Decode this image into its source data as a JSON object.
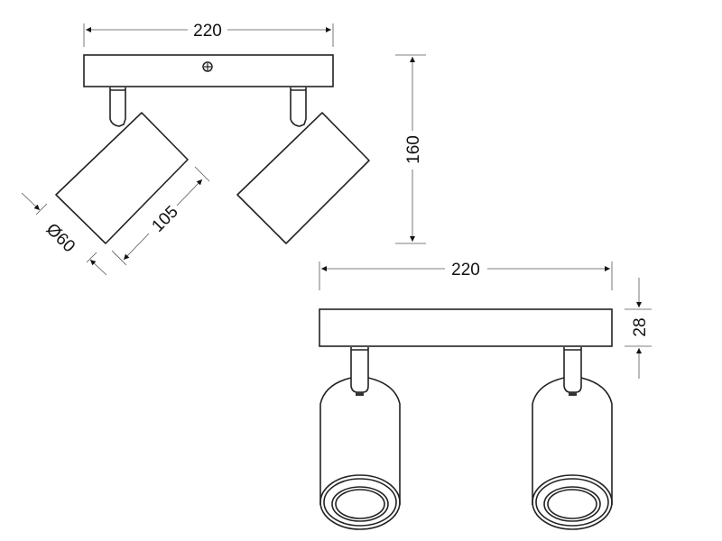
{
  "drawing": {
    "top_view": {
      "width_dim": "220",
      "height_dim": "160",
      "length_dim": "105",
      "diameter_dim": "Ø60"
    },
    "front_view": {
      "width_dim": "220",
      "plate_height_dim": "28"
    },
    "line_color": "#222222"
  }
}
